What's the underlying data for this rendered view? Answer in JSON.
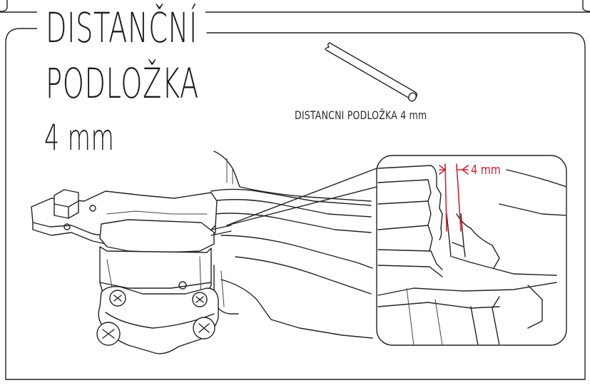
{
  "heading": {
    "line1": "DISTANČNÍ",
    "line2": "PODLOŽKA",
    "line3": "4 mm"
  },
  "part_label": "DISTANCNI PODLOŽKA 4 mm",
  "dimension_label": "4 mm",
  "colors": {
    "line": "#222222",
    "accent": "#d6202e",
    "background": "#ffffff"
  }
}
